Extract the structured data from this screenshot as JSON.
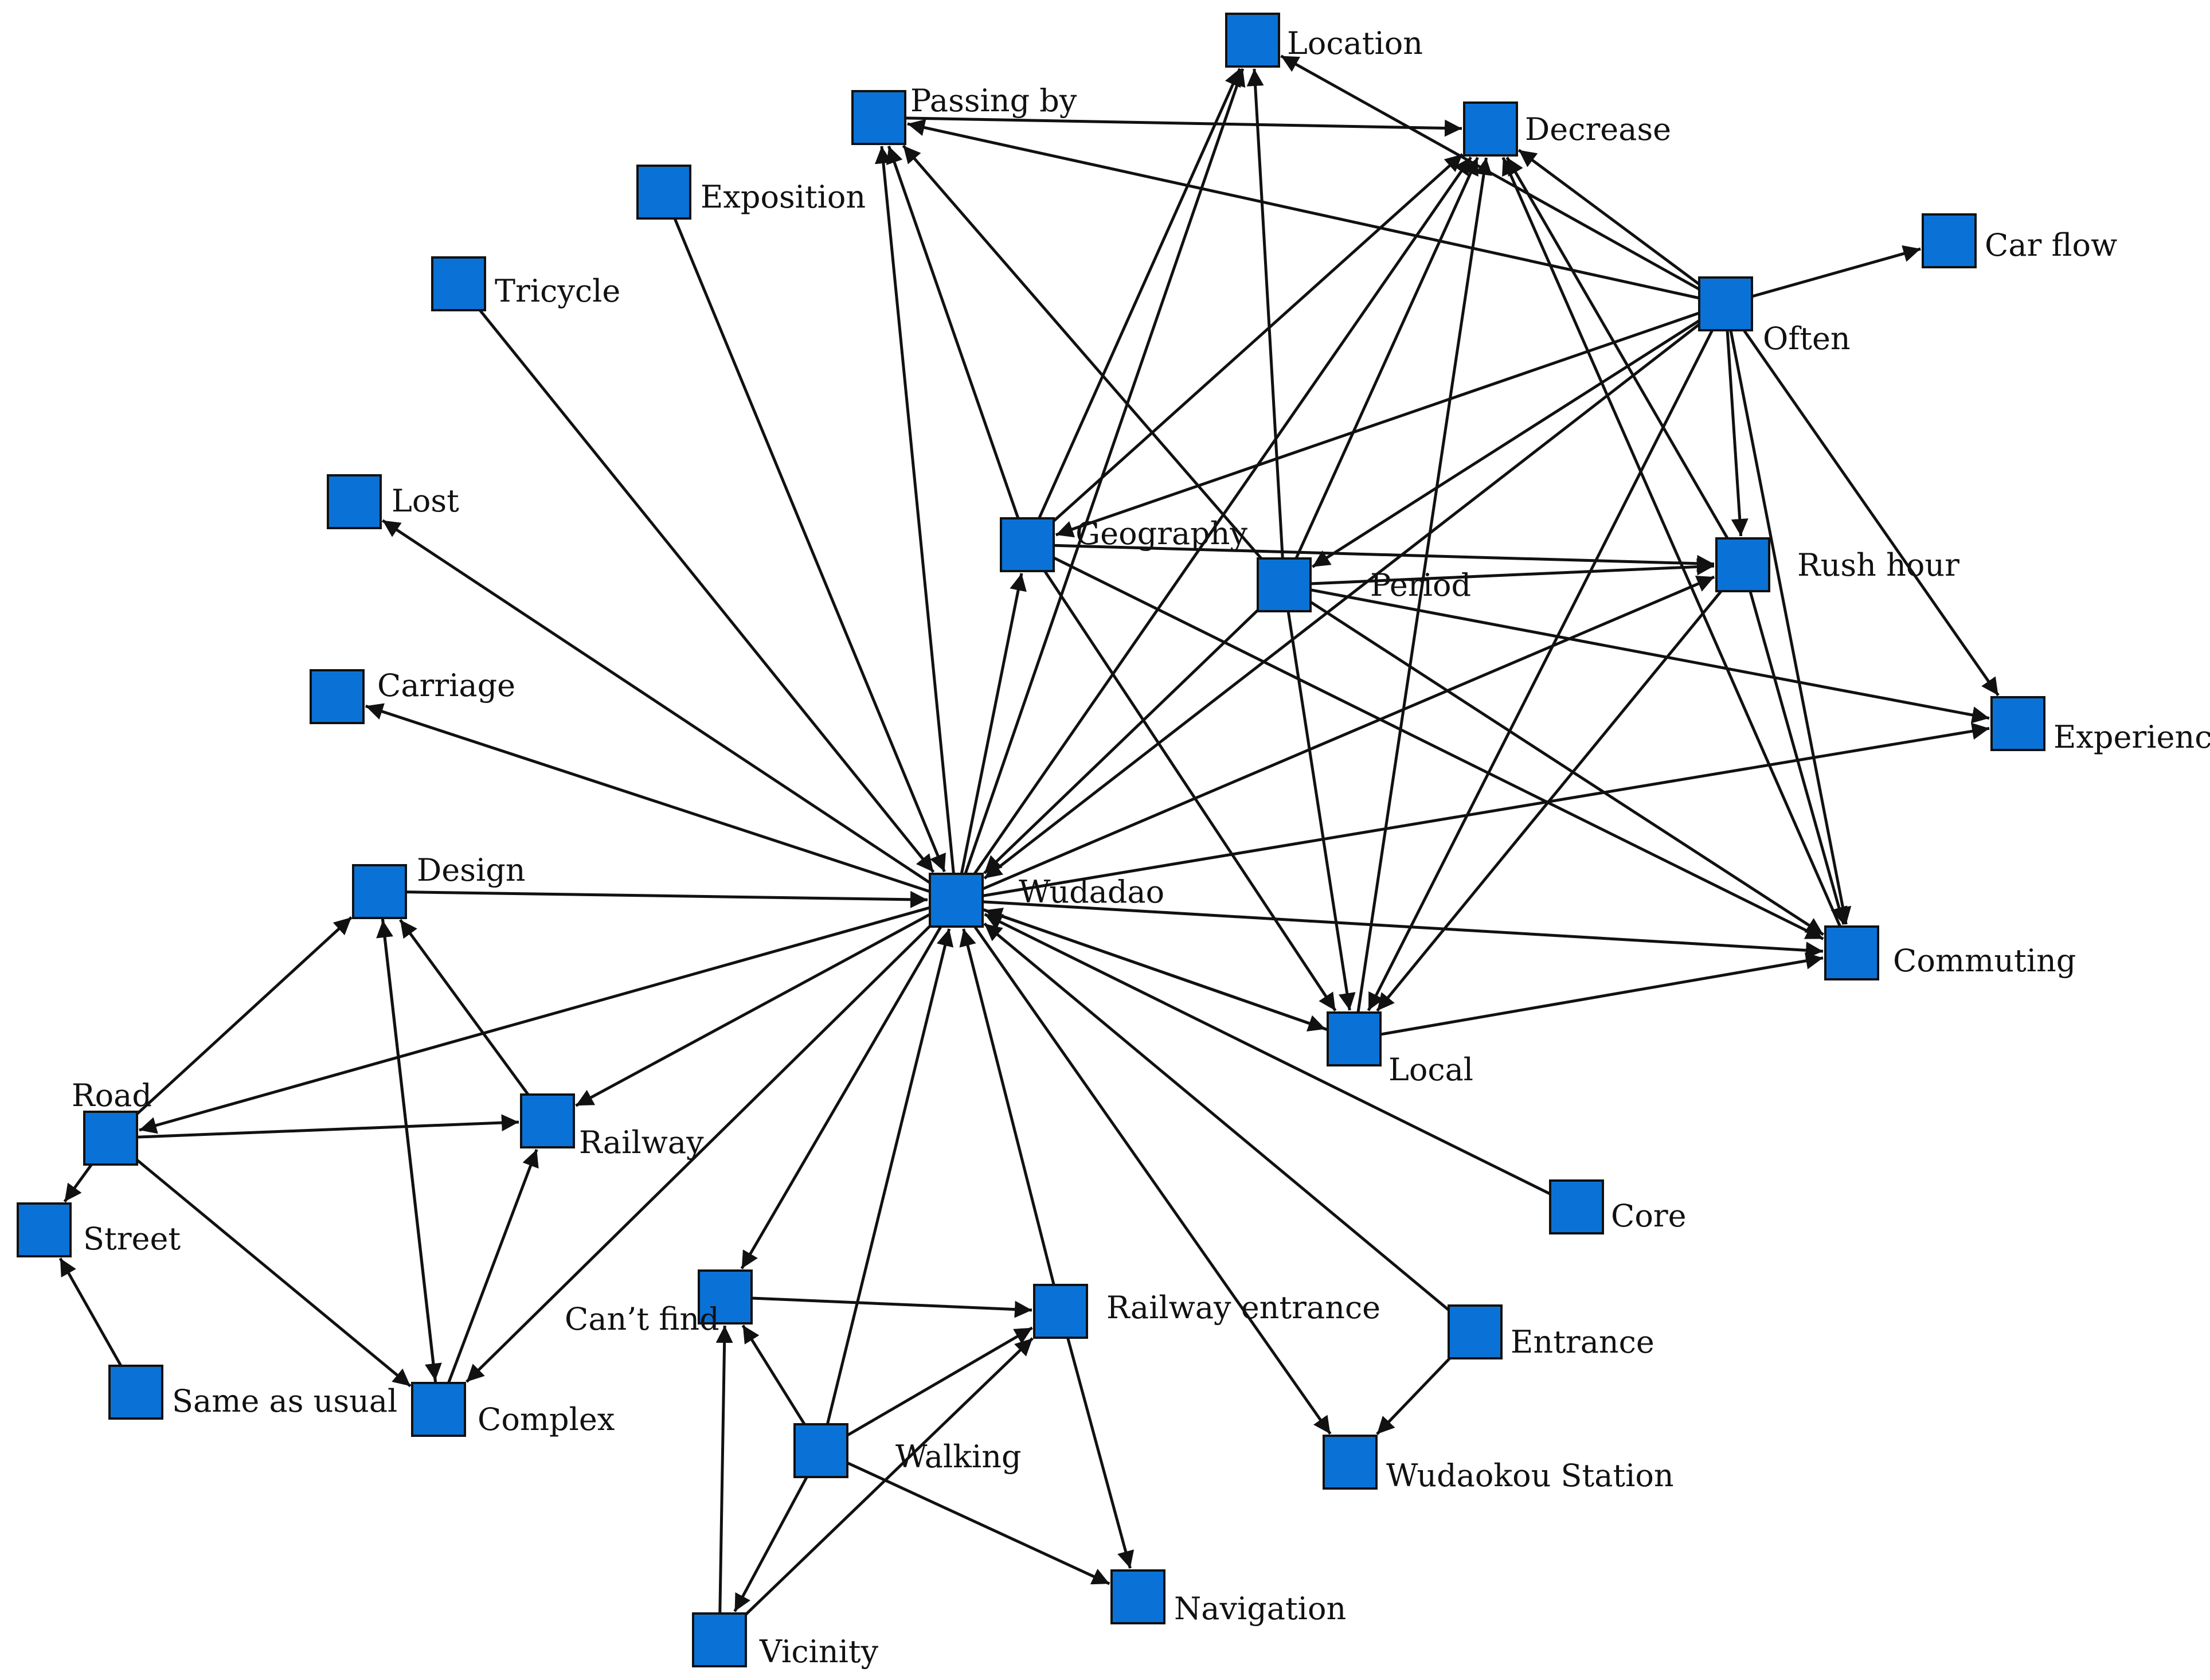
{
  "nodes": [
    {
      "id": "location",
      "label": "Location"
    },
    {
      "id": "passing_by",
      "label": "Passing by"
    },
    {
      "id": "decrease",
      "label": "Decrease"
    },
    {
      "id": "exposition",
      "label": "Exposition"
    },
    {
      "id": "car_flow",
      "label": "Car flow"
    },
    {
      "id": "tricycle",
      "label": "Tricycle"
    },
    {
      "id": "often",
      "label": "Often"
    },
    {
      "id": "lost",
      "label": "Lost"
    },
    {
      "id": "geography",
      "label": "Geography"
    },
    {
      "id": "rush_hour",
      "label": "Rush hour"
    },
    {
      "id": "period",
      "label": "Period"
    },
    {
      "id": "carriage",
      "label": "Carriage"
    },
    {
      "id": "experience",
      "label": "Experience"
    },
    {
      "id": "design",
      "label": "Design"
    },
    {
      "id": "wudadao",
      "label": "Wudadao"
    },
    {
      "id": "commuting",
      "label": "Commuting"
    },
    {
      "id": "local",
      "label": "Local"
    },
    {
      "id": "road",
      "label": "Road"
    },
    {
      "id": "railway",
      "label": "Railway"
    },
    {
      "id": "street",
      "label": "Street"
    },
    {
      "id": "core",
      "label": "Core"
    },
    {
      "id": "cant_find",
      "label": "Can’t find"
    },
    {
      "id": "railway_entrance",
      "label": "Railway entrance"
    },
    {
      "id": "entrance",
      "label": "Entrance"
    },
    {
      "id": "same_as_usual",
      "label": "Same as usual"
    },
    {
      "id": "complex",
      "label": "Complex"
    },
    {
      "id": "walking",
      "label": "Walking"
    },
    {
      "id": "wudaokou_station",
      "label": "Wudaokou Station"
    },
    {
      "id": "navigation",
      "label": "Navigation"
    },
    {
      "id": "vicinity",
      "label": "Vicinity"
    }
  ],
  "edges": [
    [
      "often",
      "location"
    ],
    [
      "often",
      "decrease"
    ],
    [
      "often",
      "passing_by"
    ],
    [
      "often",
      "car_flow"
    ],
    [
      "often",
      "rush_hour"
    ],
    [
      "often",
      "experience"
    ],
    [
      "often",
      "commuting"
    ],
    [
      "often",
      "local"
    ],
    [
      "often",
      "geography"
    ],
    [
      "often",
      "period"
    ],
    [
      "often",
      "wudadao"
    ],
    [
      "passing_by",
      "decrease"
    ],
    [
      "geography",
      "location"
    ],
    [
      "geography",
      "decrease"
    ],
    [
      "geography",
      "passing_by"
    ],
    [
      "geography",
      "rush_hour"
    ],
    [
      "geography",
      "local"
    ],
    [
      "geography",
      "commuting"
    ],
    [
      "period",
      "location"
    ],
    [
      "period",
      "decrease"
    ],
    [
      "period",
      "passing_by"
    ],
    [
      "period",
      "rush_hour"
    ],
    [
      "period",
      "experience"
    ],
    [
      "period",
      "commuting"
    ],
    [
      "period",
      "local"
    ],
    [
      "period",
      "wudadao"
    ],
    [
      "rush_hour",
      "decrease"
    ],
    [
      "rush_hour",
      "commuting"
    ],
    [
      "rush_hour",
      "local"
    ],
    [
      "wudadao",
      "location"
    ],
    [
      "wudadao",
      "decrease"
    ],
    [
      "wudadao",
      "passing_by"
    ],
    [
      "wudadao",
      "geography"
    ],
    [
      "wudadao",
      "rush_hour"
    ],
    [
      "wudadao",
      "experience"
    ],
    [
      "wudadao",
      "commuting"
    ],
    [
      "wudadao",
      "local"
    ],
    [
      "wudadao",
      "lost"
    ],
    [
      "wudadao",
      "carriage"
    ],
    [
      "wudadao",
      "road"
    ],
    [
      "wudadao",
      "railway"
    ],
    [
      "wudadao",
      "complex"
    ],
    [
      "wudadao",
      "cant_find"
    ],
    [
      "local",
      "decrease"
    ],
    [
      "local",
      "commuting"
    ],
    [
      "local",
      "wudadao"
    ],
    [
      "commuting",
      "decrease"
    ],
    [
      "exposition",
      "wudadao"
    ],
    [
      "tricycle",
      "wudadao"
    ],
    [
      "design",
      "wudadao"
    ],
    [
      "core",
      "wudadao"
    ],
    [
      "entrance",
      "wudadao"
    ],
    [
      "walking",
      "wudadao"
    ],
    [
      "railway_entrance",
      "wudadao"
    ],
    [
      "wudadao",
      "wudaokou_station"
    ],
    [
      "entrance",
      "wudaokou_station"
    ],
    [
      "road",
      "design"
    ],
    [
      "road",
      "railway"
    ],
    [
      "road",
      "street"
    ],
    [
      "road",
      "complex"
    ],
    [
      "railway",
      "design"
    ],
    [
      "complex",
      "design"
    ],
    [
      "design",
      "complex"
    ],
    [
      "complex",
      "railway"
    ],
    [
      "same_as_usual",
      "street"
    ],
    [
      "cant_find",
      "railway_entrance"
    ],
    [
      "walking",
      "cant_find"
    ],
    [
      "walking",
      "railway_entrance"
    ],
    [
      "walking",
      "navigation"
    ],
    [
      "walking",
      "vicinity"
    ],
    [
      "vicinity",
      "cant_find"
    ],
    [
      "vicinity",
      "railway_entrance"
    ],
    [
      "railway_entrance",
      "navigation"
    ]
  ]
}
